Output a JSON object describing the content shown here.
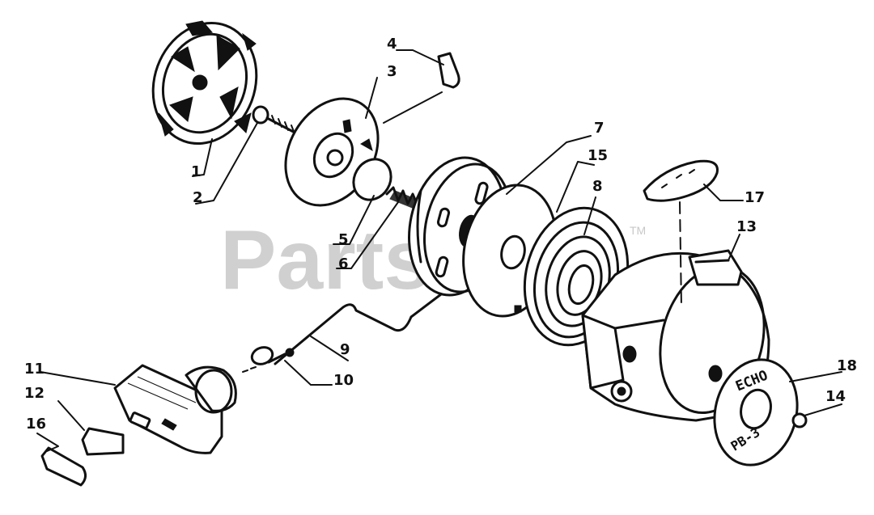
{
  "watermark": {
    "text": "PartsTree",
    "trademark": "TM"
  },
  "printed_text": {
    "logo": "ECHO",
    "model": "PB-3"
  },
  "callouts": [
    {
      "id": "1",
      "label": "1"
    },
    {
      "id": "2",
      "label": "2"
    },
    {
      "id": "3",
      "label": "3"
    },
    {
      "id": "4",
      "label": "4"
    },
    {
      "id": "5",
      "label": "5"
    },
    {
      "id": "6",
      "label": "6"
    },
    {
      "id": "7",
      "label": "7"
    },
    {
      "id": "8",
      "label": "8"
    },
    {
      "id": "9",
      "label": "9"
    },
    {
      "id": "10",
      "label": "10"
    },
    {
      "id": "11",
      "label": "11"
    },
    {
      "id": "12",
      "label": "12"
    },
    {
      "id": "13",
      "label": "13"
    },
    {
      "id": "14",
      "label": "14"
    },
    {
      "id": "15",
      "label": "15"
    },
    {
      "id": "16",
      "label": "16"
    },
    {
      "id": "17",
      "label": "17"
    },
    {
      "id": "18",
      "label": "18"
    }
  ]
}
